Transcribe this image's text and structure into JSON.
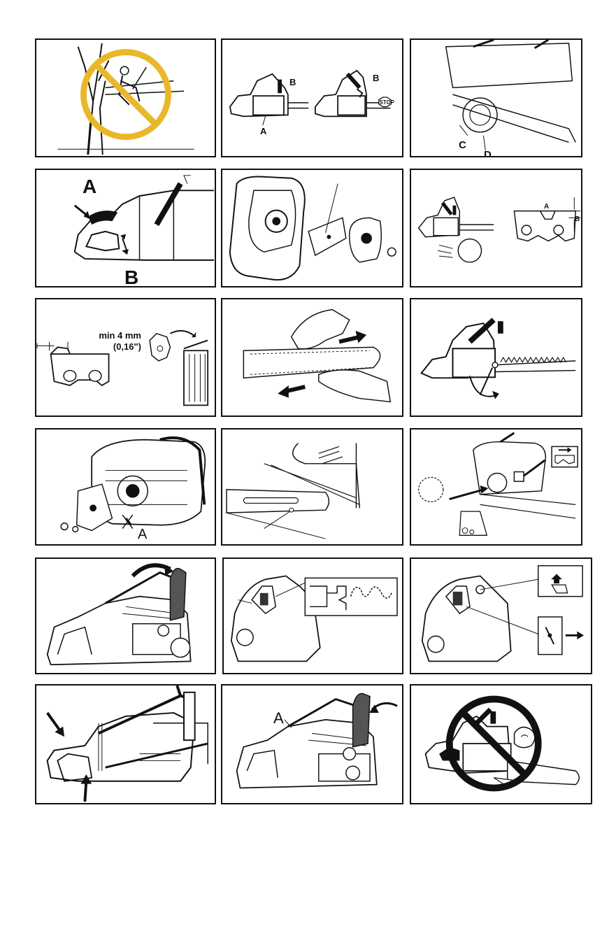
{
  "colors": {
    "ink": "#111111",
    "prohibition_yellow": "#e8b82a",
    "prohibition_black": "#111111",
    "panel_border": "#111111",
    "handle_gray": "#555555"
  },
  "panels": {
    "no_tree_climbing": {
      "icon": "prohibition-sign"
    },
    "chain_brake_check": {
      "label_a": "A",
      "label_b1": "B",
      "label_b2": "B",
      "stop_sign": "STOP"
    },
    "sprocket_detail": {
      "label_c": "C",
      "label_d": "D"
    },
    "brake_handle": {
      "label_a": "A",
      "label_b": "B"
    },
    "clutch_cover_exploded": {
      "icon": "clutch-cover"
    },
    "chain_kickback_guard": {
      "label_a": "A",
      "label_b": "B"
    },
    "cutter_wear_limit": {
      "measure_line1": "min 4 mm",
      "measure_line2": "(0,16\")",
      "icon": "trash-bin"
    },
    "chain_grip_pull": {
      "icon": "gloved-hands"
    },
    "chain_tensioning": {
      "icon": "screwdriver"
    },
    "saw_body_assembly": {
      "label_a": "A"
    },
    "bar_mounting": {
      "icon": "guide-bar"
    },
    "chain_direction": {
      "icon": "chain-direction"
    },
    "throttle_choke": {
      "icon": "choke-lever"
    },
    "choke_position": {
      "icon": "choke-diagram"
    },
    "stop_switch": {
      "icon": "stop-switch"
    },
    "trigger_lockout": {
      "icon": "trigger-arrows"
    },
    "brake_handle_release": {
      "label_a": "A"
    },
    "no_one_hand_start": {
      "icon": "prohibition-sign"
    }
  }
}
